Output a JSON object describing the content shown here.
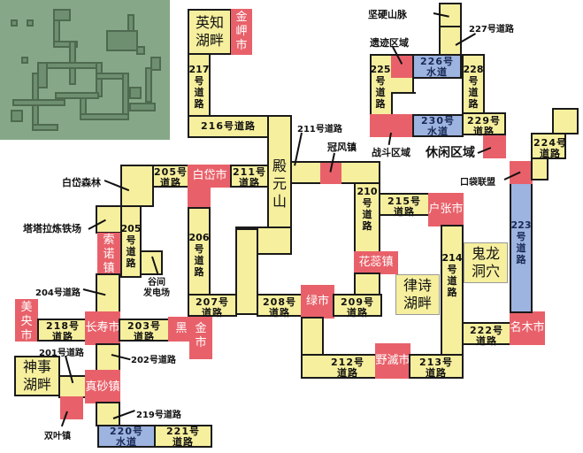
{
  "minimap": {
    "label": "minimap",
    "bg": "#86a888"
  },
  "colors": {
    "road": "#f6ef9e",
    "water": "#9db3e0",
    "city": "#e8616a"
  },
  "roads": {
    "r201": "201号道路",
    "r202": "202号道路",
    "r203": "203号\n道路",
    "r204": "204号道路",
    "r205a": "205号\n道路",
    "r205b": "205\n号\n道\n路",
    "r206": "206\n号\n道\n路",
    "r207": "207号\n道路",
    "r208": "208号\n道路",
    "r209": "209号\n道路",
    "r210": "210\n号\n道\n路",
    "r211a": "211号\n道路",
    "r211b": "211号道路",
    "r212": "212号\n道路",
    "r213": "213号\n道路",
    "r214": "214\n号\n道\n路",
    "r215": "215号\n道路",
    "r216": "216号道路",
    "r217": "217\n号\n道\n路",
    "r218": "218号\n道路",
    "r219": "219号道路",
    "r220": "220号\n水道",
    "r221": "221号\n道路",
    "r222": "222号\n道路",
    "r223": "223\n号\n道\n路",
    "r224": "224号\n道路",
    "r225": "225\n号\n道\n路",
    "r226": "226号\n水道",
    "r227": "227号道路",
    "r228": "228\n号\n道\n路",
    "r229": "229号\n道路",
    "r230": "230号\n水道"
  },
  "cities": {
    "jinjia": "金\n岬\n市",
    "baidai": "白岱市",
    "suonuo": "索\n诺\n镇",
    "meiyang": "美\n央\n市",
    "changshou": "长寿市",
    "heijin_a": "黑",
    "heijin_b": "金\n市",
    "zhensha": "真砂镇",
    "lvshi": "绿市",
    "huarui": "花蕊镇",
    "huzhang": "户张市",
    "yedian": "野滅市",
    "mingmu": "名木市"
  },
  "areas": {
    "yingzhi": "英知\n湖畔",
    "dianyuan": "殿\n元\n山",
    "lvshi_lake": "律诗\n湖畔",
    "guilong": "鬼龙\n洞穴",
    "shenshi": "神事\n湖畔"
  },
  "callouts": {
    "jianying": "坚硬山脉",
    "yiji": "遗迹区域",
    "zhandou": "战斗区域",
    "xiuxian": "休闲区域",
    "guanfeng": "冠风镇",
    "koudai": "口袋联盟",
    "baidai_forest": "白岱森林",
    "tata": "塔塔拉炼铁场",
    "gujian": "谷间\n发电场",
    "shuangye": "双叶镇"
  }
}
